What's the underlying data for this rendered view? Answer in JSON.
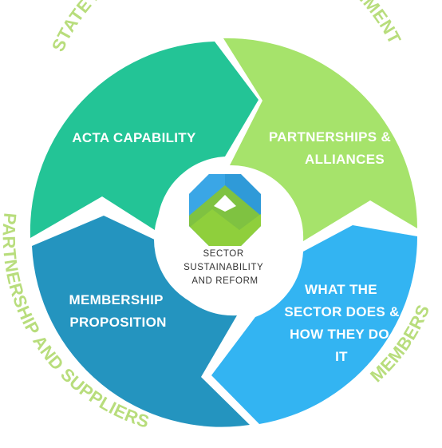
{
  "colors": {
    "teal_green": "#23c496",
    "lime_green": "#a6e36b",
    "sky_blue": "#33b4f2",
    "deep_teal": "#2494bf",
    "ring_text": "#b8dd7c",
    "center_fill": "#ffffff"
  },
  "ring": {
    "top": "STATE AND COMMONTWEALTH GOVERNMENT",
    "left": "PARTNERSHIP AND SUPPLIERS",
    "right": "MEMBERS"
  },
  "segments": {
    "top_left": {
      "lines": [
        "ACTA CAPABILITY"
      ]
    },
    "top_right": {
      "lines": [
        "PARTNERSHIPS &",
        "ALLIANCES"
      ]
    },
    "bottom_right": {
      "lines": [
        "WHAT THE",
        "SECTOR DOES &",
        "HOW THEY DO",
        "IT"
      ]
    },
    "bottom_left": {
      "lines": [
        "MEMBERSHIP",
        "PROPOSITION"
      ]
    }
  },
  "center": {
    "lines": [
      "SECTOR",
      "SUSTAINABILITY",
      "AND REFORM"
    ],
    "logo": "octagon-mountain-logo"
  }
}
